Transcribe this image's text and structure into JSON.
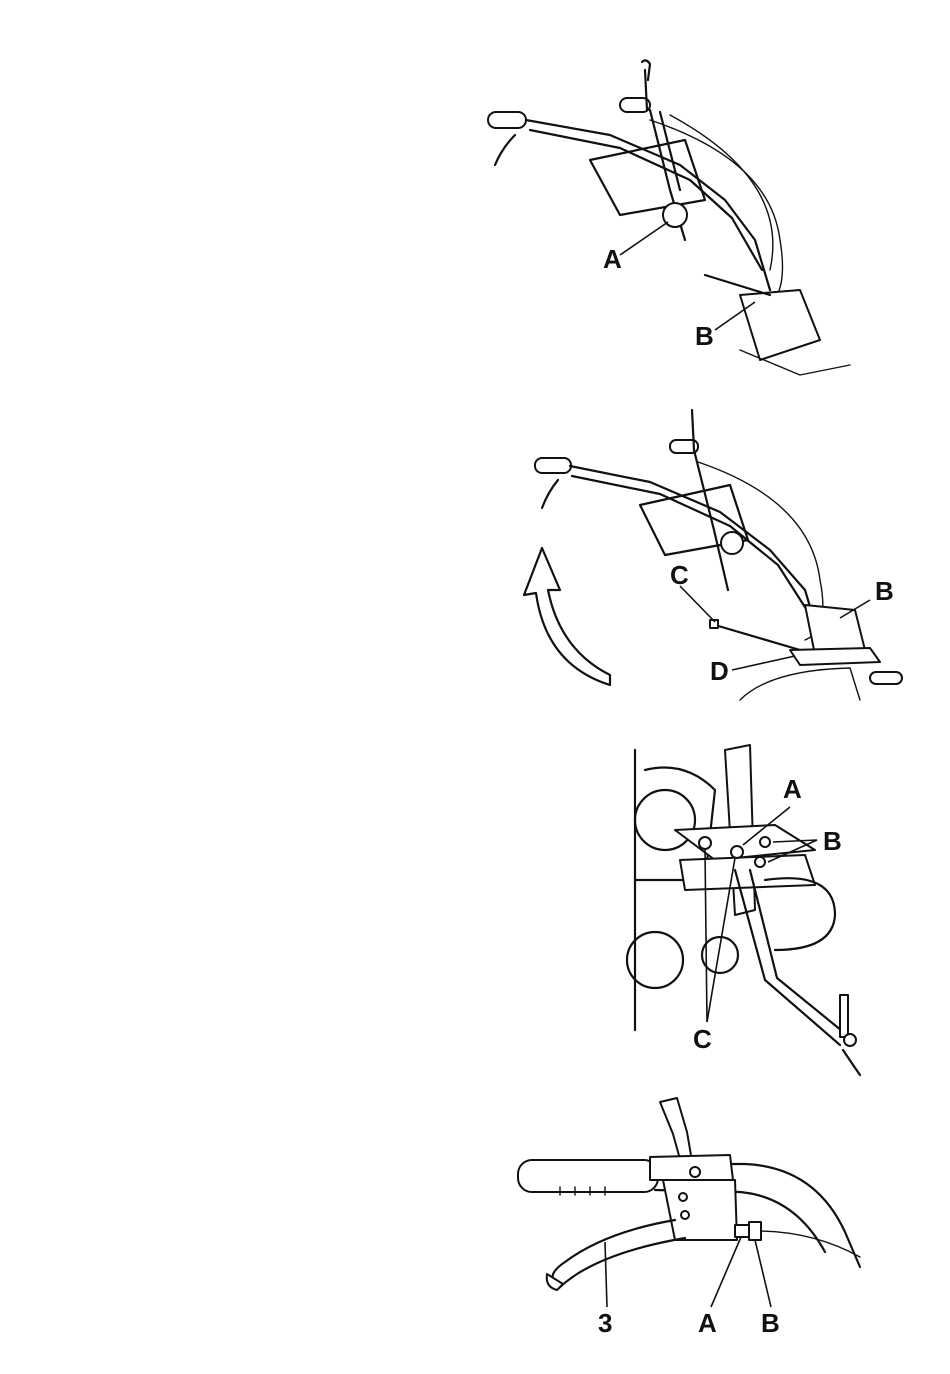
{
  "figures": [
    {
      "id": "handlebar-overview",
      "callouts": {
        "a": "A",
        "b": "B"
      }
    },
    {
      "id": "handlebar-raised",
      "callouts": {
        "b": "B",
        "c": "C",
        "d": "D"
      }
    },
    {
      "id": "handle-mount-bracket",
      "callouts": {
        "a": "A",
        "b": "B",
        "c": "C"
      }
    },
    {
      "id": "clutch-lever-grip",
      "callouts": {
        "n3": "3",
        "a": "A",
        "b": "B"
      }
    }
  ],
  "colors": {
    "ink": "#111111",
    "paper": "#ffffff"
  }
}
